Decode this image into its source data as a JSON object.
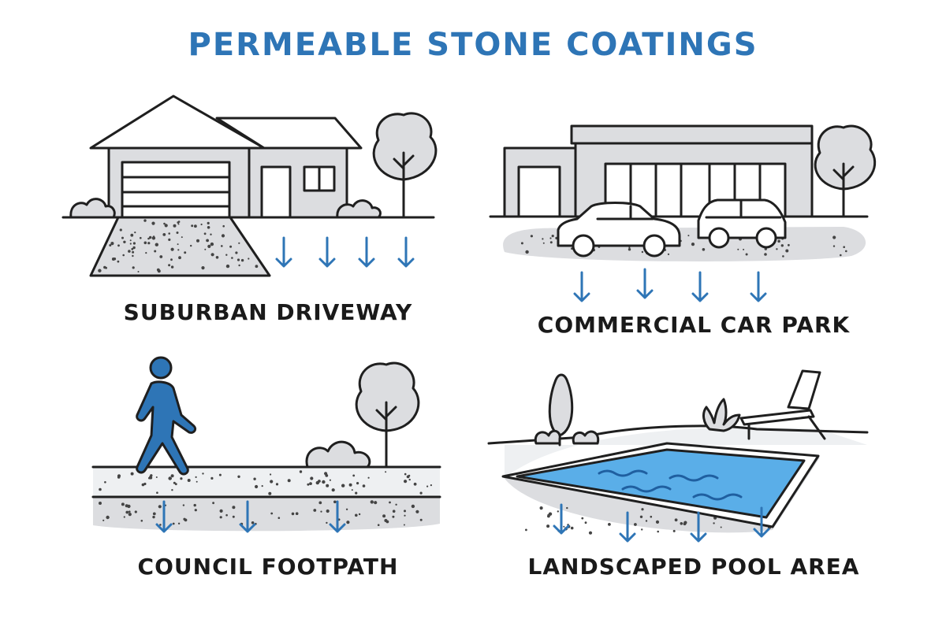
{
  "title": "PERMEABLE STONE COATINGS",
  "panels": [
    {
      "label": "SUBURBAN DRIVEWAY"
    },
    {
      "label": "COMMERCIAL CAR PARK"
    },
    {
      "label": "COUNCIL FOOTPATH"
    },
    {
      "label": "LANDSCAPED POOL AREA"
    }
  ],
  "colors": {
    "accent": "#2e75b6",
    "outline": "#1f1f1f",
    "fill_grey": "#dcdde0",
    "water": "#5aaee8"
  },
  "icons": [
    "house-icon",
    "tree-icon",
    "shrub-icon",
    "commercial-building-icon",
    "car-icon",
    "pedestrian-icon",
    "pool-icon",
    "sun-lounger-icon",
    "drainage-arrow-icon"
  ]
}
